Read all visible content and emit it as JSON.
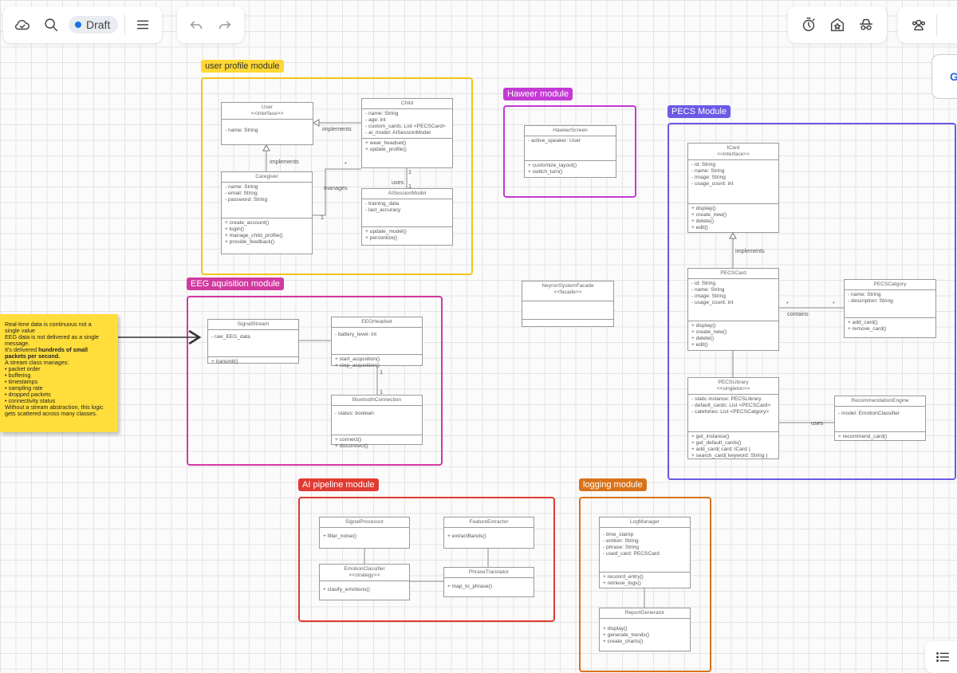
{
  "toolbar": {
    "draft_label": "Draft",
    "icons": [
      "cloud-check-icon",
      "search-icon",
      "menu-icon",
      "undo-icon",
      "redo-icon",
      "timer-icon",
      "star-building-icon",
      "incognito-icon",
      "users-icon"
    ],
    "right_peek_text": "G"
  },
  "colors": {
    "user_profile": "#f5c518",
    "haweer": "#c43ad4",
    "pecs": "#6a5ae6",
    "eeg": "#d13aa0",
    "ai": "#e03b32",
    "logging": "#d9731a",
    "note": "#ffdd3b"
  },
  "modules": {
    "user_profile": "user profile module",
    "haweer": "Haweer module",
    "pecs": "PECS Module",
    "eeg": "EEG aquisition module",
    "ai": "AI pipeline module",
    "logging": "logging module"
  },
  "classes": {
    "user": {
      "name": "User",
      "stereo": "<<interface>>",
      "attrs": [
        "- name: String"
      ]
    },
    "child": {
      "name": "Child",
      "attrs": [
        "- name: String",
        "- age: int",
        "- custom_cards: List <PECSCard>",
        "- ai_model: AISessionModel"
      ],
      "methods": [
        "+ wear_headset()",
        "+ update_profile()"
      ]
    },
    "caregiver": {
      "name": "Caregiver",
      "attrs": [
        "- name: String",
        "- email: String",
        "- password: String"
      ],
      "methods": [
        "+ create_account()",
        "+ login()",
        "+ manage_child_profile()",
        "+ provide_feedback()"
      ]
    },
    "ai_session": {
      "name": "AISessionModel",
      "attrs": [
        "- training_data",
        "- last_accuracy"
      ],
      "methods": [
        "+ update_model()",
        "+ personlize()"
      ]
    },
    "haweer_screen": {
      "name": "HaweerScreen",
      "attrs": [
        "- active_speaker: User"
      ],
      "methods": [
        "+ customize_layout()",
        "+ switch_turn()"
      ]
    },
    "icard": {
      "name": "ICard",
      "stereo": "<<interface>>",
      "attrs": [
        "- id: String",
        "- name: String",
        "- image: String",
        "- usage_count: int"
      ],
      "methods": [
        "+ display()",
        "+ create_new()",
        "+ delete()",
        "+ edit()"
      ]
    },
    "pecs_card": {
      "name": "PECSCard",
      "attrs": [
        "- id: String",
        "- name: String",
        "- image: String",
        "- usage_count: int"
      ],
      "methods": [
        "+ display()",
        "+ create_new()",
        "+ delete()",
        "+ edit()"
      ]
    },
    "pecs_category": {
      "name": "PECSCatgory",
      "attrs": [
        "- name: String",
        "- description: String"
      ],
      "methods": [
        "+ add_card()",
        "+ remove_card()"
      ]
    },
    "pecs_library": {
      "name": "PECSLibrary",
      "stereo": "<<singleton>>",
      "attrs": [
        "- static instance: PECSLibrary",
        "- default_cards: List <PECSCard>",
        "- catefories: List <PECSCatgory>"
      ],
      "methods": [
        "+ get_instance()",
        "+ get_default_cards()",
        "+ add_card( card: ICard )",
        "+ search_card( keyword: String )"
      ]
    },
    "recommendation": {
      "name": "RecommendationEngine",
      "attrs": [
        "- model: EmotionClassifier"
      ],
      "methods": [
        "+ recommend_card()"
      ]
    },
    "facade": {
      "name": "NeyronSystemFacade",
      "stereo": "<<facade>>"
    },
    "signal_stream": {
      "name": "SignalStream",
      "attrs": [
        "- raw_EEG_data"
      ],
      "methods": [
        "+ transmit()"
      ]
    },
    "eeg_headset": {
      "name": "EEGHeadset",
      "attrs": [
        "- battery_level: int"
      ],
      "methods": [
        "+ start_acqusition()",
        "+ stop_acqusition()"
      ]
    },
    "bluetooth": {
      "name": "BluetoothConnection",
      "attrs": [
        "- status: boolean"
      ],
      "methods": [
        "+ connect()",
        "+ disconnect()"
      ]
    },
    "signal_processor": {
      "name": "SignalProcessor",
      "methods": [
        "+ filter_noise()"
      ]
    },
    "feature_extractor": {
      "name": "FeatureExtractor",
      "methods": [
        "+ extractBands()"
      ]
    },
    "emotion_classifier": {
      "name": "EmotionClassifier",
      "stereo": "<<strategy>>",
      "methods": [
        "+ clasify_emotions()"
      ]
    },
    "phrase_translator": {
      "name": "PhraseTranslator",
      "methods": [
        "+ map_to_phrase()"
      ]
    },
    "log_manager": {
      "name": "LogManager",
      "attrs": [
        "- time_stamp",
        "- emtion: String",
        "- phrase: String",
        "- used_card: PECSCard"
      ],
      "methods": [
        "+ reconrd_entry()",
        "+ retrieve_logs()"
      ]
    },
    "report_generator": {
      "name": "ReportGenerator",
      "methods": [
        "+ display()",
        "+ generate_trends()",
        "+ create_charts()"
      ]
    }
  },
  "edges": {
    "implements_1": "implements",
    "implements_2": "implements",
    "implements_3": "implements",
    "manages": "manages",
    "uses_1": "uses",
    "uses_2": "uses",
    "contains": "contains",
    "star": "*",
    "one": "1"
  },
  "note": {
    "lines": [
      "Real-time data is continuous not a",
      "single value",
      "EEG data is not delivered as a single",
      "message.",
      " It's delivered ",
      "packets per second.",
      "A stream class manages:",
      "  • packet order",
      "  • buffering",
      "  • timestamps",
      "  • sampling rate",
      "  • dropped packets",
      "  • connectivity status",
      "Without a stream abstraction, this logic",
      "gets scattered across many classes."
    ],
    "bold_1": "hundreds of small"
  }
}
